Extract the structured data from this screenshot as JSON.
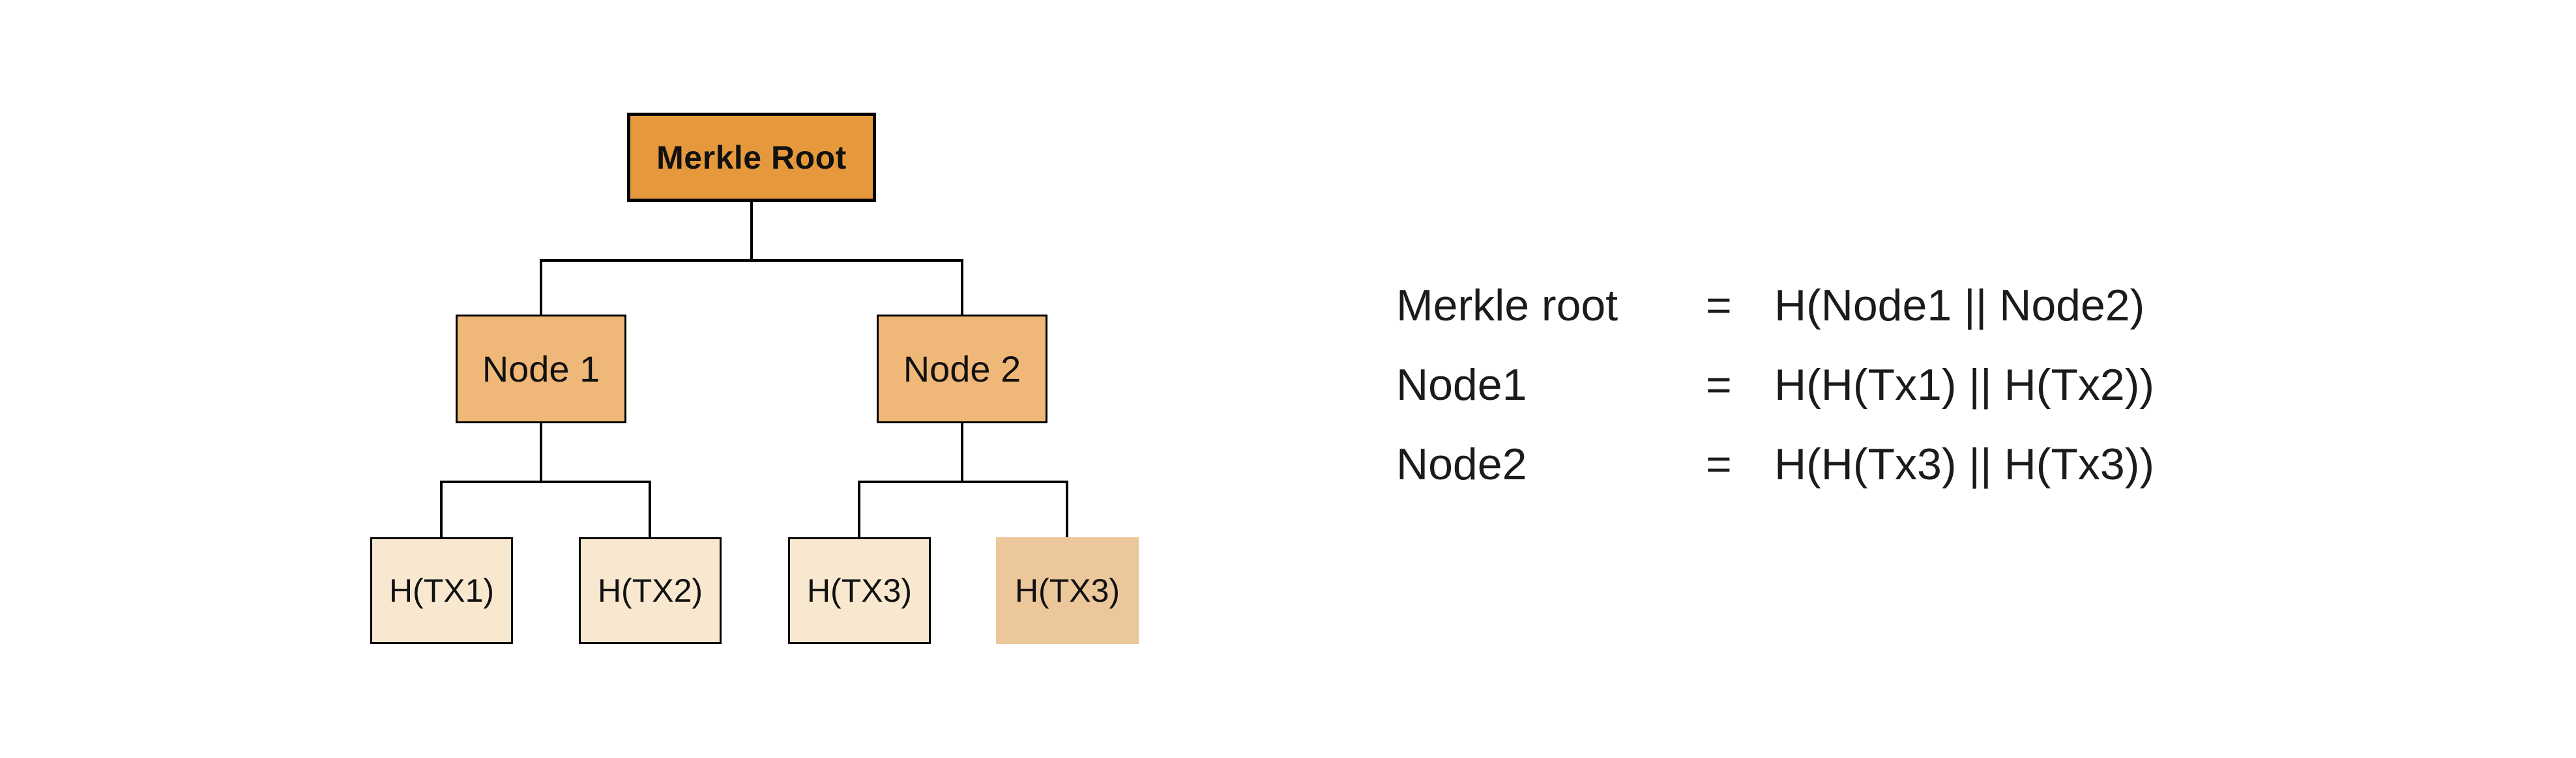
{
  "figure": {
    "background": "#ffffff",
    "description": "Merkle tree diagram with hash formula legend"
  },
  "diagram": {
    "root": {
      "label": "Merkle Root"
    },
    "nodes": [
      {
        "label": "Node 1"
      },
      {
        "label": "Node 2"
      }
    ],
    "leaves": [
      {
        "label": "H(TX1)"
      },
      {
        "label": "H(TX2)"
      },
      {
        "label": "H(TX3)"
      },
      {
        "label": "H(TX3)",
        "variant": "highlight-no-border"
      }
    ],
    "colors": {
      "root_fill": "#e6993c",
      "node_fill": "#f0b878",
      "leaf_fill": "#f9e8d0",
      "leaf_highlight_fill": "#ecc79c",
      "border": "#000000",
      "connector": "#000000",
      "text": "#111111"
    }
  },
  "formulas": {
    "rows": [
      {
        "label": "Merkle root",
        "eq": "=",
        "expression": "H(Node1 || Node2)"
      },
      {
        "label": "Node1",
        "eq": "=",
        "expression": "H(H(Tx1) || H(Tx2))"
      },
      {
        "label": "Node2",
        "eq": "=",
        "expression": "H(H(Tx3) || H(Tx3))"
      }
    ]
  }
}
